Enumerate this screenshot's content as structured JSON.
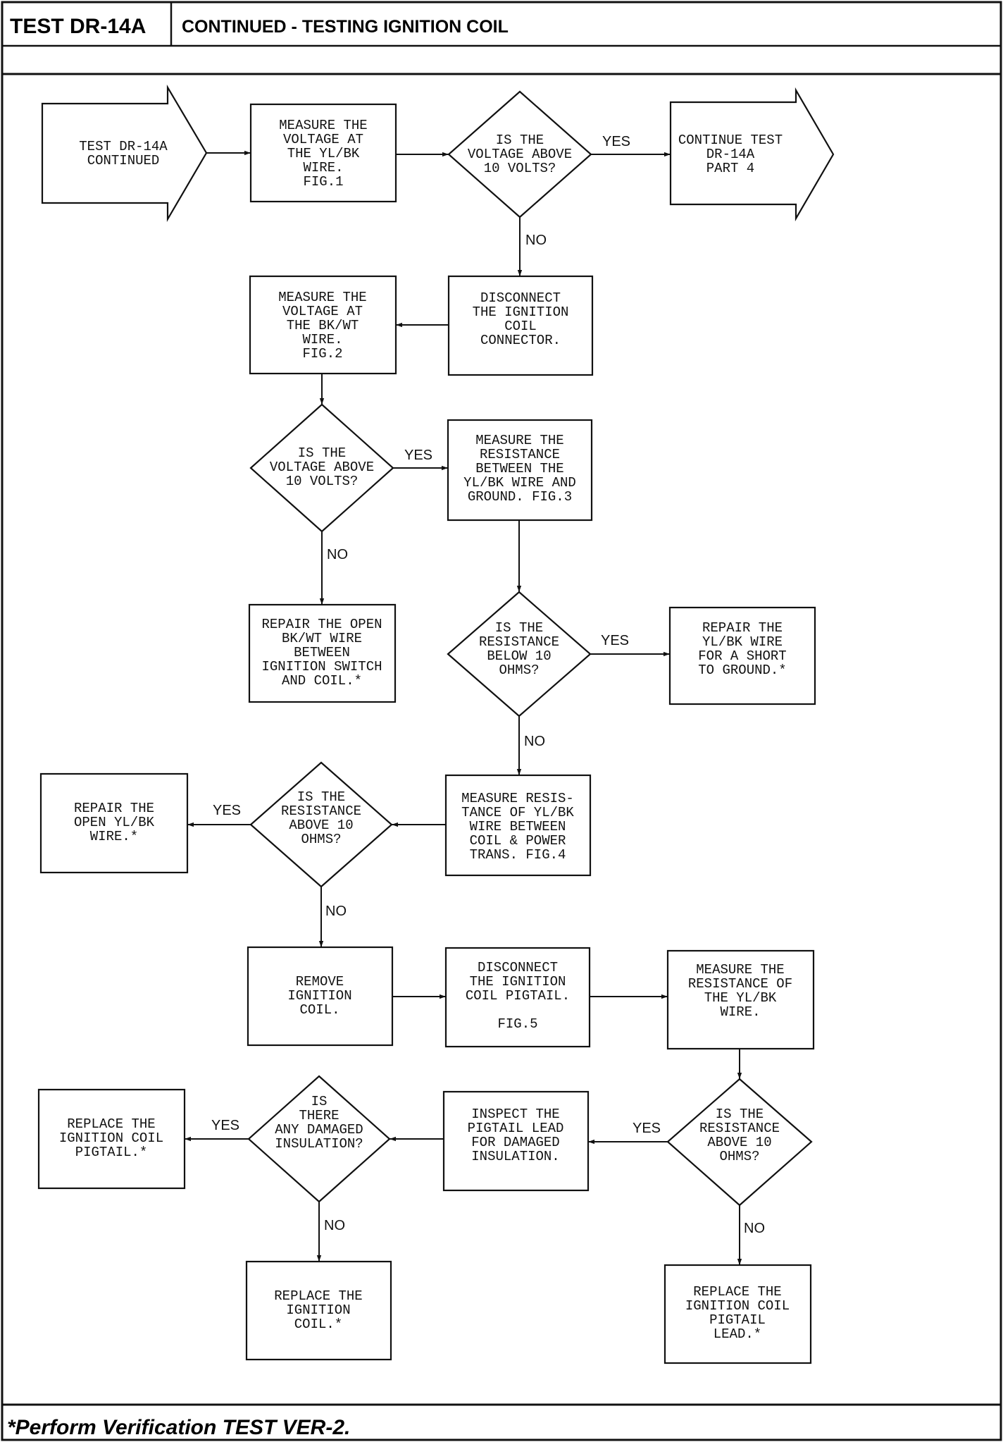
{
  "header": {
    "test_id": "TEST DR-14A",
    "title": "CONTINUED - TESTING IGNITION COIL"
  },
  "footer": {
    "note": "*Perform Verification TEST VER-2."
  },
  "nodes": {
    "start": [
      "TEST DR-14A",
      "CONTINUED"
    ],
    "measure_fig1": [
      "MEASURE THE",
      "VOLTAGE AT",
      "THE YL/BK",
      "WIRE.",
      "FIG.1"
    ],
    "decision_volt1": [
      "IS THE",
      "VOLTAGE ABOVE",
      "10 VOLTS?"
    ],
    "continue_part4": [
      "CONTINUE TEST",
      "DR-14A",
      "PART 4"
    ],
    "disconnect_connector": [
      "DISCONNECT",
      "THE IGNITION",
      "COIL",
      "CONNECTOR."
    ],
    "measure_fig2": [
      "MEASURE THE",
      "VOLTAGE AT",
      "THE BK/WT",
      "WIRE.",
      "FIG.2"
    ],
    "decision_volt2": [
      "IS THE",
      "VOLTAGE ABOVE",
      "10 VOLTS?"
    ],
    "measure_fig3": [
      "MEASURE THE",
      "RESISTANCE",
      "BETWEEN THE",
      "YL/BK WIRE AND",
      "GROUND. FIG.3"
    ],
    "repair_bkwt": [
      "REPAIR THE OPEN",
      "BK/WT WIRE",
      "BETWEEN",
      "IGNITION SWITCH",
      "AND COIL.*"
    ],
    "decision_res_below": [
      "IS THE",
      "RESISTANCE",
      "BELOW 10",
      "OHMS?"
    ],
    "repair_short": [
      "REPAIR THE",
      "YL/BK WIRE",
      "FOR A SHORT",
      "TO GROUND.*"
    ],
    "measure_fig4": [
      "MEASURE RESIS-",
      "TANCE OF YL/BK",
      "WIRE BETWEEN",
      "COIL & POWER",
      "TRANS. FIG.4"
    ],
    "decision_res_above1": [
      "IS THE",
      "RESISTANCE",
      "ABOVE 10",
      "OHMS?"
    ],
    "repair_open_ylbk": [
      "REPAIR THE",
      "OPEN YL/BK",
      "WIRE.*"
    ],
    "remove_coil": [
      "REMOVE",
      "IGNITION",
      "COIL."
    ],
    "disconnect_pigtail": [
      "DISCONNECT",
      "THE IGNITION",
      "COIL PIGTAIL.",
      "",
      "FIG.5"
    ],
    "measure_ylbk": [
      "MEASURE THE",
      "RESISTANCE OF",
      "THE YL/BK",
      "WIRE."
    ],
    "decision_res_above2": [
      "IS THE",
      "RESISTANCE",
      "ABOVE 10",
      "OHMS?"
    ],
    "inspect_pigtail": [
      "INSPECT THE",
      "PIGTAIL LEAD",
      "FOR DAMAGED",
      "INSULATION."
    ],
    "decision_insulation": [
      "IS",
      "THERE",
      "ANY DAMAGED",
      "INSULATION?"
    ],
    "replace_pigtail": [
      "REPLACE THE",
      "IGNITION COIL",
      "PIGTAIL.*"
    ],
    "replace_coil": [
      "REPLACE THE",
      "IGNITION",
      "COIL.*"
    ],
    "replace_pigtail_lead": [
      "REPLACE THE",
      "IGNITION COIL",
      "PIGTAIL",
      "LEAD.*"
    ]
  },
  "labels": {
    "yes": "YES",
    "no": "NO"
  }
}
